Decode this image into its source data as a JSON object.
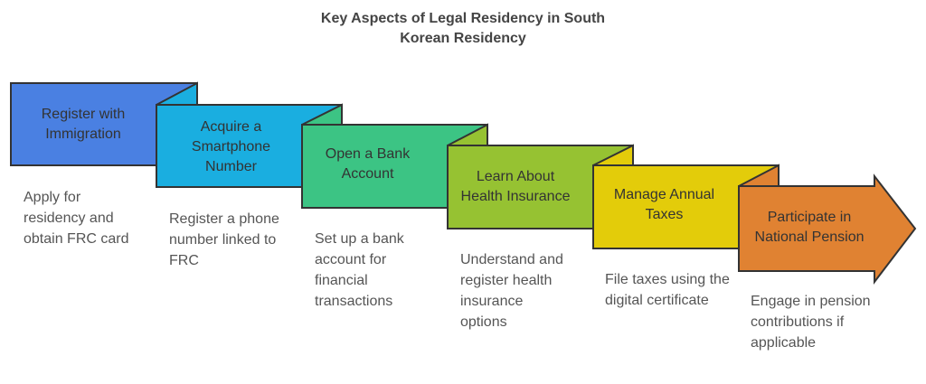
{
  "title": {
    "line1": "Key Aspects of Legal Residency in South",
    "line2": "Korean Residency"
  },
  "steps": [
    {
      "label": "Register with Immigration",
      "description": "Apply for residency and obtain FRC card",
      "color": "#4a80e2"
    },
    {
      "label": "Acquire a Smartphone Number",
      "description": "Register a phone number linked to FRC",
      "color": "#1aaee0"
    },
    {
      "label": "Open a Bank Account",
      "description": "Set up a bank account for financial transactions",
      "color": "#3cc484"
    },
    {
      "label": "Learn About Health Insurance",
      "description": "Understand and register health insurance options",
      "color": "#96c232"
    },
    {
      "label": "Manage Annual Taxes",
      "description": "File taxes using the digital certificate",
      "color": "#e3cc0a"
    },
    {
      "label": "Participate in National Pension",
      "description": "Engage in pension contributions if applicable",
      "color": "#e08232"
    }
  ],
  "outline_color": "#333333"
}
